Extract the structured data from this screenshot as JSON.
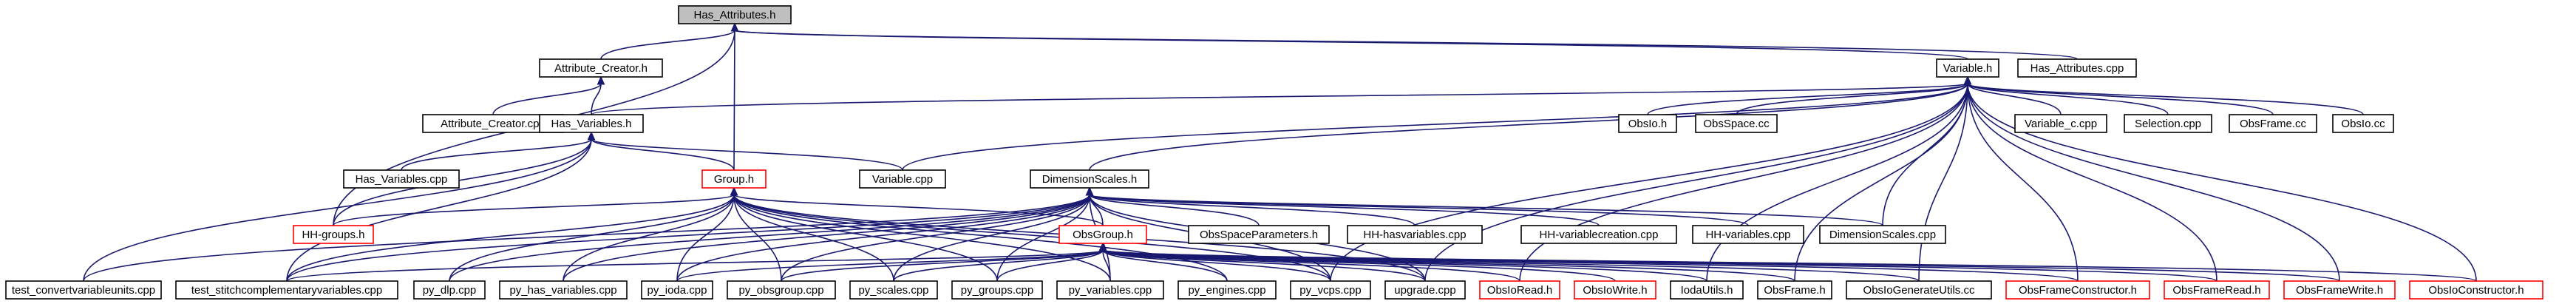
{
  "graph": {
    "nodes": [
      {
        "id": "has_attributes_h",
        "label": "Has_Attributes.h",
        "current": true,
        "red": false
      },
      {
        "id": "attribute_creator_h",
        "label": "Attribute_Creator.h",
        "red": false
      },
      {
        "id": "variable_h",
        "label": "Variable.h",
        "red": false
      },
      {
        "id": "has_attributes_cpp",
        "label": "Has_Attributes.cpp",
        "red": false
      },
      {
        "id": "attribute_creator_cpp",
        "label": "Attribute_Creator.cpp",
        "red": false
      },
      {
        "id": "has_variables_h",
        "label": "Has_Variables.h",
        "red": false
      },
      {
        "id": "obsio_h",
        "label": "ObsIo.h",
        "red": false
      },
      {
        "id": "obsspace_cc",
        "label": "ObsSpace.cc",
        "red": false
      },
      {
        "id": "variable_c_cpp",
        "label": "Variable_c.cpp",
        "red": false
      },
      {
        "id": "selection_cpp",
        "label": "Selection.cpp",
        "red": false
      },
      {
        "id": "obsframe_cc",
        "label": "ObsFrame.cc",
        "red": false
      },
      {
        "id": "obsio_cc",
        "label": "ObsIo.cc",
        "red": false
      },
      {
        "id": "has_variables_cpp",
        "label": "Has_Variables.cpp",
        "red": false
      },
      {
        "id": "variable_cpp",
        "label": "Variable.cpp",
        "red": false
      },
      {
        "id": "group_h",
        "label": "Group.h",
        "red": true
      },
      {
        "id": "dimensionscales_h",
        "label": "DimensionScales.h",
        "red": false
      },
      {
        "id": "hh_groups_h",
        "label": "HH-groups.h",
        "red": true
      },
      {
        "id": "obsspaceparameters_h",
        "label": "ObsSpaceParameters.h",
        "red": false
      },
      {
        "id": "hh_hasvariables_cpp",
        "label": "HH-hasvariables.cpp",
        "red": false
      },
      {
        "id": "hh_variablecreation_cpp",
        "label": "HH-variablecreation.cpp",
        "red": false
      },
      {
        "id": "hh_variables_cpp",
        "label": "HH-variables.cpp",
        "red": false
      },
      {
        "id": "dimensionscales_cpp",
        "label": "DimensionScales.cpp",
        "red": false
      },
      {
        "id": "obsgroup_h",
        "label": "ObsGroup.h",
        "red": true
      },
      {
        "id": "test_convertvariableunits_cpp",
        "label": "test_convertvariableunits.cpp",
        "red": false
      },
      {
        "id": "test_stitchcomplementaryvariables_cpp",
        "label": "test_stitchcomplementaryvariables.cpp",
        "red": false
      },
      {
        "id": "py_dlp_cpp",
        "label": "py_dlp.cpp",
        "red": false
      },
      {
        "id": "py_has_variables_cpp",
        "label": "py_has_variables.cpp",
        "red": false
      },
      {
        "id": "py_ioda_cpp",
        "label": "py_ioda.cpp",
        "red": false
      },
      {
        "id": "py_obsgroup_cpp",
        "label": "py_obsgroup.cpp",
        "red": false
      },
      {
        "id": "py_scales_cpp",
        "label": "py_scales.cpp",
        "red": false
      },
      {
        "id": "py_groups_cpp",
        "label": "py_groups.cpp",
        "red": false
      },
      {
        "id": "py_variables_cpp",
        "label": "py_variables.cpp",
        "red": false
      },
      {
        "id": "py_engines_cpp",
        "label": "py_engines.cpp",
        "red": false
      },
      {
        "id": "py_vcps_cpp",
        "label": "py_vcps.cpp",
        "red": false
      },
      {
        "id": "upgrade_cpp",
        "label": "upgrade.cpp",
        "red": false
      },
      {
        "id": "obsioread_h",
        "label": "ObsIoRead.h",
        "red": true
      },
      {
        "id": "obsiowrite_h",
        "label": "ObsIoWrite.h",
        "red": true
      },
      {
        "id": "iodautils_h",
        "label": "IodaUtils.h",
        "red": false
      },
      {
        "id": "obsframe_h",
        "label": "ObsFrame.h",
        "red": false
      },
      {
        "id": "obsiogenerateutils_cc",
        "label": "ObsIoGenerateUtils.cc",
        "red": false
      },
      {
        "id": "obsframeconstructor_h",
        "label": "ObsFrameConstructor.h",
        "red": true
      },
      {
        "id": "obsframeread_h",
        "label": "ObsFrameRead.h",
        "red": true
      },
      {
        "id": "obsframewrite_h",
        "label": "ObsFrameWrite.h",
        "red": true
      },
      {
        "id": "obsioconstructor_h",
        "label": "ObsIoConstructor.h",
        "red": true
      }
    ],
    "edges": [
      [
        "attribute_creator_h",
        "has_attributes_h"
      ],
      [
        "variable_h",
        "has_attributes_h"
      ],
      [
        "has_attributes_cpp",
        "has_attributes_h"
      ],
      [
        "group_h",
        "has_attributes_h"
      ],
      [
        "hh_groups_h",
        "has_attributes_h"
      ],
      [
        "attribute_creator_cpp",
        "attribute_creator_h"
      ],
      [
        "has_variables_h",
        "attribute_creator_h"
      ],
      [
        "has_variables_h",
        "variable_h"
      ],
      [
        "obsio_h",
        "variable_h"
      ],
      [
        "obsspace_cc",
        "variable_h"
      ],
      [
        "variable_c_cpp",
        "variable_h"
      ],
      [
        "selection_cpp",
        "variable_h"
      ],
      [
        "obsframe_cc",
        "variable_h"
      ],
      [
        "obsio_cc",
        "variable_h"
      ],
      [
        "variable_cpp",
        "variable_h"
      ],
      [
        "dimensionscales_h",
        "variable_h"
      ],
      [
        "dimensionscales_cpp",
        "variable_h"
      ],
      [
        "py_vcps_cpp",
        "variable_h"
      ],
      [
        "upgrade_cpp",
        "variable_h"
      ],
      [
        "iodautils_h",
        "variable_h"
      ],
      [
        "obsframe_h",
        "variable_h"
      ],
      [
        "obsiogenerateutils_cc",
        "variable_h"
      ],
      [
        "obsframeconstructor_h",
        "variable_h"
      ],
      [
        "obsframeread_h",
        "variable_h"
      ],
      [
        "obsframewrite_h",
        "variable_h"
      ],
      [
        "obsioconstructor_h",
        "variable_h"
      ],
      [
        "obsioread_h",
        "variable_h"
      ],
      [
        "has_variables_cpp",
        "has_variables_h"
      ],
      [
        "variable_cpp",
        "has_variables_h"
      ],
      [
        "group_h",
        "has_variables_h"
      ],
      [
        "hh_groups_h",
        "has_variables_h"
      ],
      [
        "test_convertvariableunits_cpp",
        "has_variables_h"
      ],
      [
        "test_stitchcomplementaryvariables_cpp",
        "has_variables_h"
      ],
      [
        "hh_groups_h",
        "group_h"
      ],
      [
        "obsgroup_h",
        "group_h"
      ],
      [
        "test_stitchcomplementaryvariables_cpp",
        "group_h"
      ],
      [
        "py_dlp_cpp",
        "group_h"
      ],
      [
        "py_has_variables_cpp",
        "group_h"
      ],
      [
        "py_ioda_cpp",
        "group_h"
      ],
      [
        "py_obsgroup_cpp",
        "group_h"
      ],
      [
        "py_scales_cpp",
        "group_h"
      ],
      [
        "py_groups_cpp",
        "group_h"
      ],
      [
        "py_variables_cpp",
        "group_h"
      ],
      [
        "py_engines_cpp",
        "group_h"
      ],
      [
        "py_vcps_cpp",
        "group_h"
      ],
      [
        "upgrade_cpp",
        "group_h"
      ],
      [
        "obsgroup_h",
        "dimensionscales_h"
      ],
      [
        "obsspaceparameters_h",
        "dimensionscales_h"
      ],
      [
        "hh_hasvariables_cpp",
        "dimensionscales_h"
      ],
      [
        "hh_variablecreation_cpp",
        "dimensionscales_h"
      ],
      [
        "hh_variables_cpp",
        "dimensionscales_h"
      ],
      [
        "dimensionscales_cpp",
        "dimensionscales_h"
      ],
      [
        "test_convertvariableunits_cpp",
        "dimensionscales_h"
      ],
      [
        "test_stitchcomplementaryvariables_cpp",
        "dimensionscales_h"
      ],
      [
        "py_dlp_cpp",
        "dimensionscales_h"
      ],
      [
        "py_has_variables_cpp",
        "dimensionscales_h"
      ],
      [
        "py_ioda_cpp",
        "dimensionscales_h"
      ],
      [
        "py_obsgroup_cpp",
        "dimensionscales_h"
      ],
      [
        "py_scales_cpp",
        "dimensionscales_h"
      ],
      [
        "py_groups_cpp",
        "dimensionscales_h"
      ],
      [
        "py_variables_cpp",
        "dimensionscales_h"
      ],
      [
        "py_vcps_cpp",
        "dimensionscales_h"
      ],
      [
        "upgrade_cpp",
        "dimensionscales_h"
      ],
      [
        "test_stitchcomplementaryvariables_cpp",
        "obsgroup_h"
      ],
      [
        "py_ioda_cpp",
        "obsgroup_h"
      ],
      [
        "py_obsgroup_cpp",
        "obsgroup_h"
      ],
      [
        "py_scales_cpp",
        "obsgroup_h"
      ],
      [
        "py_groups_cpp",
        "obsgroup_h"
      ],
      [
        "py_variables_cpp",
        "obsgroup_h"
      ],
      [
        "py_engines_cpp",
        "obsgroup_h"
      ],
      [
        "py_vcps_cpp",
        "obsgroup_h"
      ],
      [
        "upgrade_cpp",
        "obsgroup_h"
      ],
      [
        "obsioread_h",
        "obsgroup_h"
      ],
      [
        "obsiowrite_h",
        "obsgroup_h"
      ],
      [
        "iodautils_h",
        "obsgroup_h"
      ],
      [
        "obsframe_h",
        "obsgroup_h"
      ],
      [
        "obsiogenerateutils_cc",
        "obsgroup_h"
      ],
      [
        "obsframeconstructor_h",
        "obsgroup_h"
      ],
      [
        "obsframeread_h",
        "obsgroup_h"
      ],
      [
        "obsframewrite_h",
        "obsgroup_h"
      ],
      [
        "obsioconstructor_h",
        "obsgroup_h"
      ]
    ]
  }
}
